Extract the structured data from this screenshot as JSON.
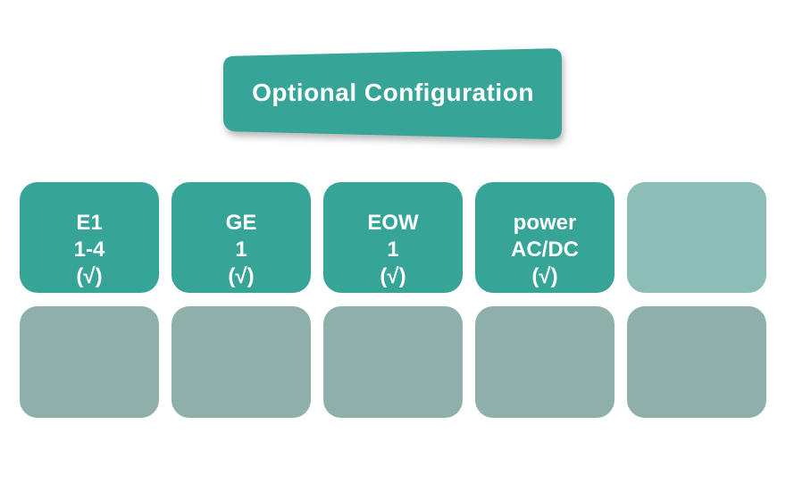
{
  "banner": {
    "title": "Optional Configuration"
  },
  "colors": {
    "teal": "#36a497",
    "light_teal": "#8cbdb6",
    "sage": "#8fb0aa",
    "text": "#ffffff",
    "background": "#ffffff"
  },
  "grid": {
    "row1": [
      {
        "lines": [
          "E1",
          "1-4",
          "(√)"
        ]
      },
      {
        "lines": [
          "GE",
          "1",
          "(√)"
        ]
      },
      {
        "lines": [
          "EOW",
          "1",
          "(√)"
        ]
      },
      {
        "lines": [
          "power",
          "AC/DC",
          "(√)"
        ]
      },
      {
        "lines": []
      }
    ],
    "row2_empty_cards": 5
  }
}
